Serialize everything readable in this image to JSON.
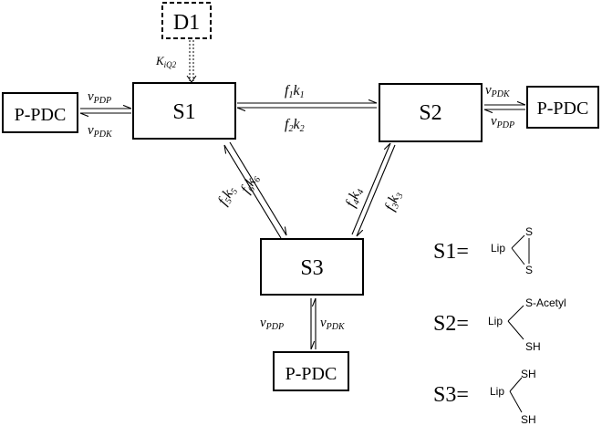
{
  "nodes": {
    "d1": "D1",
    "s1": "S1",
    "s2": "S2",
    "s3": "S3",
    "ppdc_left": "P-PDC",
    "ppdc_right": "P-PDC",
    "ppdc_bottom": "P-PDC"
  },
  "rates": {
    "kiq2": {
      "main": "K",
      "sub": "iQ2"
    },
    "s1_s2_top": {
      "f": "f",
      "fsub": "1",
      "k": "k",
      "ksub": "1"
    },
    "s1_s2_bottom": {
      "f": "f",
      "fsub": "2",
      "k": "k",
      "ksub": "2"
    },
    "s1_s3_f6k6": {
      "f": "f",
      "fsub": "6",
      "k": "k",
      "ksub": "6"
    },
    "s1_s3_f5k5": {
      "f": "f",
      "fsub": "5",
      "k": "k",
      "ksub": "5"
    },
    "s2_s3_f4k4": {
      "f": "f",
      "fsub": "4",
      "k": "k",
      "ksub": "4"
    },
    "s2_s3_f3k3": {
      "f": "f",
      "fsub": "3",
      "k": "k",
      "ksub": "3"
    },
    "left_top": {
      "main": "v",
      "sub": "PDP"
    },
    "left_bottom": {
      "main": "v",
      "sub": "PDK"
    },
    "right_top": {
      "main": "v",
      "sub": "PDK"
    },
    "right_bottom": {
      "main": "v",
      "sub": "PDP"
    },
    "bottom_left": {
      "main": "v",
      "sub": "PDP"
    },
    "bottom_right": {
      "main": "v",
      "sub": "PDK"
    }
  },
  "legend": {
    "s1": {
      "label": "S1=",
      "lip": "Lip",
      "top": "S",
      "bottom": "S"
    },
    "s2": {
      "label": "S2=",
      "lip": "Lip",
      "top": "S-Acetyl",
      "bottom": "SH"
    },
    "s3": {
      "label": "S3=",
      "lip": "Lip",
      "top": "SH",
      "bottom": "SH"
    }
  }
}
